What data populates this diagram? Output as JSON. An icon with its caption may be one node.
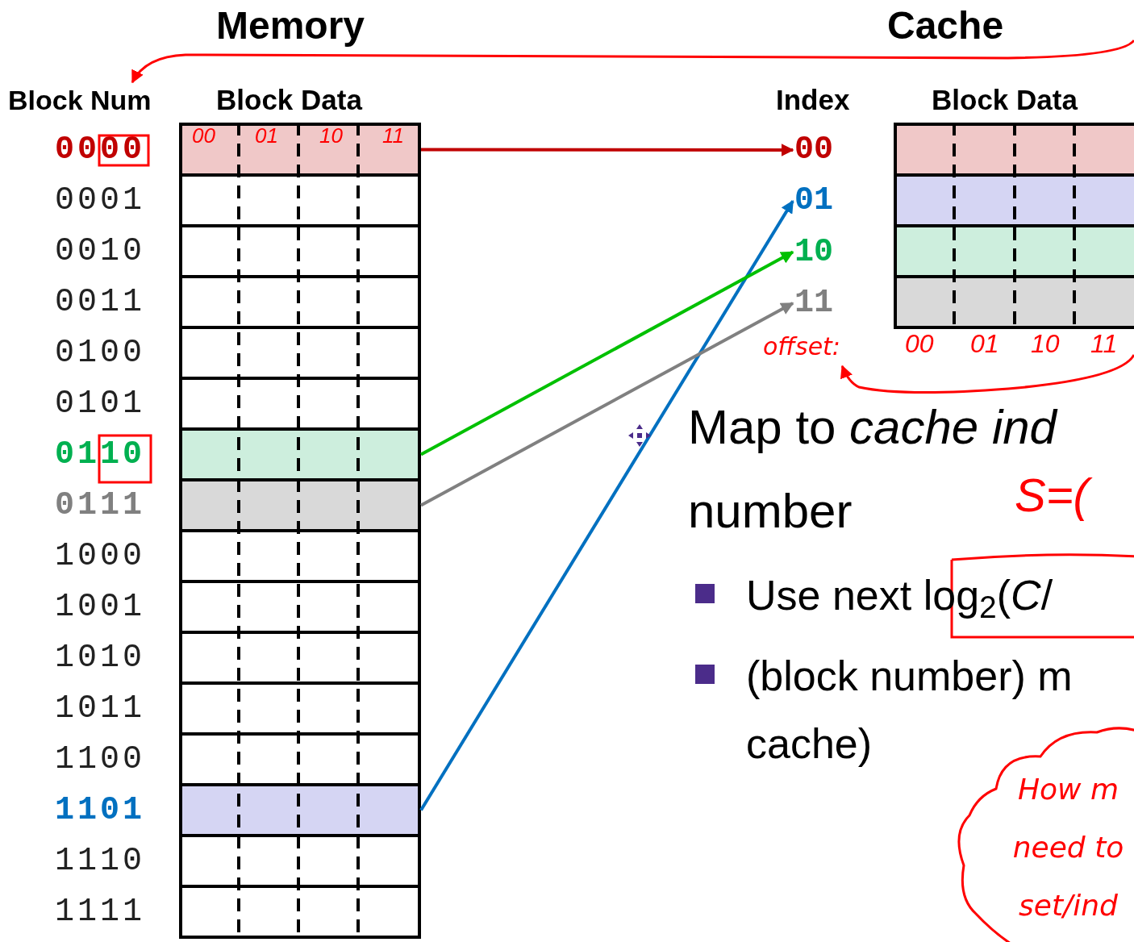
{
  "diagram": {
    "nodes": [
      {
        "text": [
          "Block Num"
        ]
      },
      {
        "text": [],
        "shape": "box",
        "beside": [
          "0000"
        ]
      },
      {
        "text": [],
        "shape": "box",
        "beside": [
          "0001"
        ]
      },
      {
        "text": [],
        "shape": "box",
        "beside": [
          "0010"
        ]
      },
      {
        "text": [],
        "shape": "box",
        "beside": [
          "0011"
        ]
      },
      {
        "text": [],
        "shape": "box",
        "beside": [
          "0100"
        ]
      },
      {
        "text": [],
        "shape": "box",
        "beside": [
          "0101"
        ]
      },
      {
        "text": [],
        "shape": "box",
        "beside": [
          "0110"
        ]
      },
      {
        "text": [],
        "shape": "box",
        "beside": [
          "0111"
        ]
      },
      {
        "text": [],
        "shape": "box",
        "beside": [
          "1000"
        ]
      },
      {
        "text": [],
        "shape": "box",
        "beside": [
          "1001"
        ]
      },
      {
        "text": [],
        "shape": "box",
        "beside": [
          "1010"
        ]
      },
      {
        "text": [],
        "shape": "box",
        "beside": [
          "1011"
        ]
      },
      {
        "text": [],
        "shape": "box",
        "beside": [
          "1100"
        ]
      },
      {
        "text": [],
        "shape": "box",
        "beside": [
          "1101"
        ]
      },
      {
        "text": [],
        "shape": "box",
        "beside": [
          "1110"
        ]
      },
      {
        "text": [],
        "shape": "box",
        "beside": [
          "1111"
        ]
      },
      {
        "text": [
          "00"
        ]
      },
      {
        "text": [
          "01"
        ]
      },
      {
        "text": [
          "10"
        ]
      },
      {
        "text": [
          "11"
        ]
      },
      {
        "text": [],
        "shape": "box"
      },
      {
        "text": [],
        "shape": "box"
      },
      {
        "text": [],
        "shape": "box"
      },
      {
        "text": [],
        "shape": "box"
      },
      {
        "text": [
          "offset:"
        ]
      },
      {
        "text": [
          "How m need to set/ind"
        ]
      }
    ],
    "edges": [
      {
        "from": 1,
        "to": 17,
        "arrow": "to",
        "color": "#c00000"
      },
      {
        "from": 14,
        "to": 18,
        "arrow": "to",
        "color": "#0070c0"
      },
      {
        "from": 7,
        "to": 19,
        "arrow": "to",
        "color": "#00c000"
      },
      {
        "from": 8,
        "to": 20,
        "arrow": "to",
        "color": "#808080"
      },
      {
        "from": null,
        "to": 0,
        "arrow": "to",
        "color": "#ff0000"
      },
      {
        "from": null,
        "to": 25,
        "arrow": "to",
        "color": "#ff0000"
      }
    ],
    "labels": [
      "Memory",
      "Cache",
      "Block Data",
      "Index",
      "Block Data",
      "00",
      "01",
      "10",
      "11",
      "00",
      "01",
      "10",
      "11",
      "Map to *cache ind*",
      "number",
      "S=(",
      "Use next log$_{2}$(*C*/",
      "(block number) m",
      "cache)"
    ]
  }
}
